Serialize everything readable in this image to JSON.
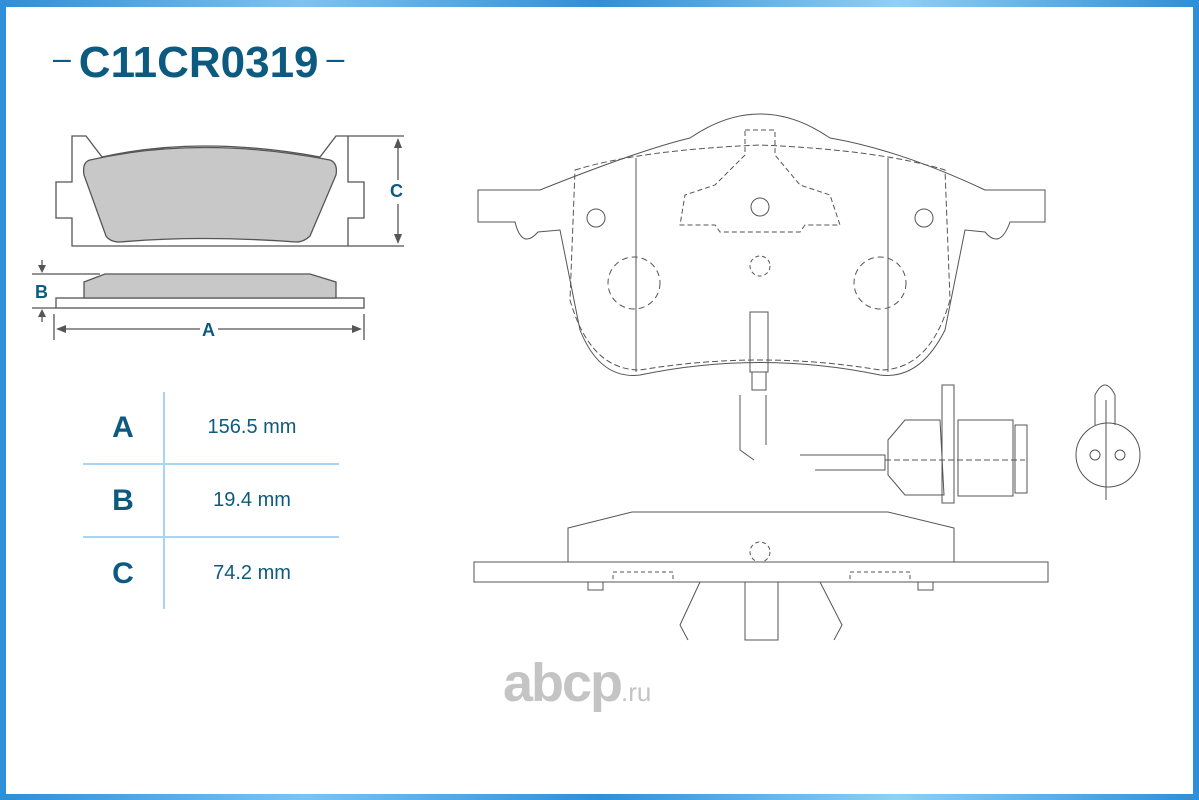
{
  "title": "C11CR0319",
  "diagram_labels": {
    "a": "A",
    "b": "B",
    "c": "C"
  },
  "dimensions": [
    {
      "key": "A",
      "value": "156.5 mm"
    },
    {
      "key": "B",
      "value": "19.4 mm"
    },
    {
      "key": "C",
      "value": "74.2 mm"
    }
  ],
  "watermark": {
    "main": "abcp",
    "suffix": ".ru"
  },
  "colors": {
    "accent": "#0d5a80",
    "frame": "#3a9fe0",
    "table_lines": "#a9d5f2"
  }
}
